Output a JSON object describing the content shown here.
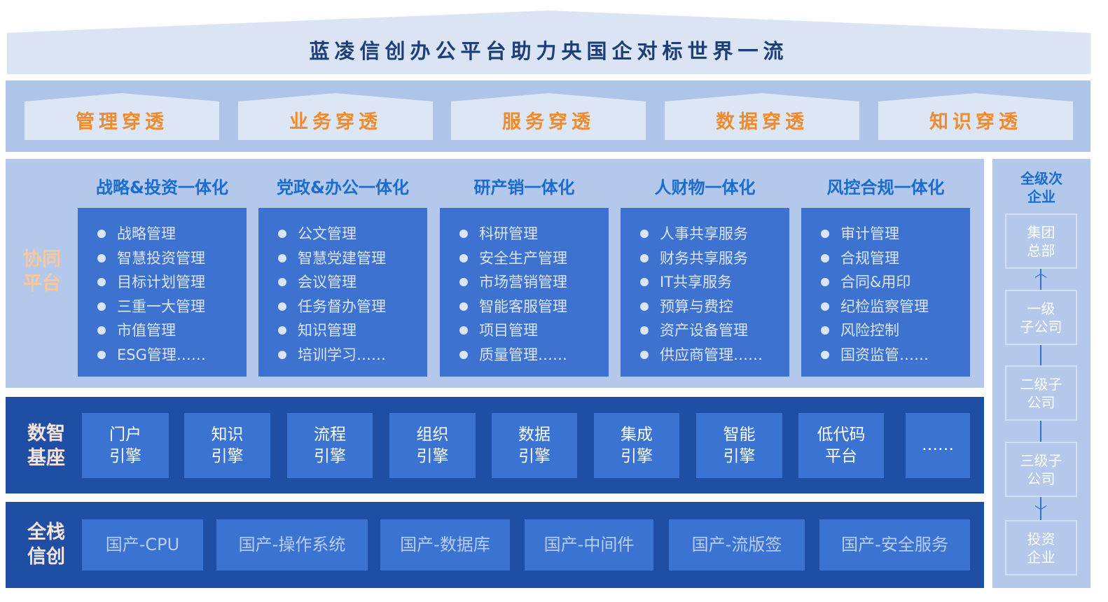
{
  "title": "蓝凌信创办公平台助力央国企对标世界一流",
  "pillars": [
    "管理穿透",
    "业务穿透",
    "服务穿透",
    "数据穿透",
    "知识穿透"
  ],
  "platform": {
    "label_line1": "协同",
    "label_line2": "平台",
    "columns": [
      {
        "title": "战略&投资一体化",
        "items": [
          "战略管理",
          "智慧投资管理",
          "目标计划管理",
          "三重一大管理",
          "市值管理",
          "ESG管理……"
        ]
      },
      {
        "title": "党政&办公一体化",
        "items": [
          "公文管理",
          "智慧党建管理",
          "会议管理",
          "任务督办管理",
          "知识管理",
          "培训学习……"
        ]
      },
      {
        "title": "研产销一体化",
        "items": [
          "科研管理",
          "安全生产管理",
          "市场营销管理",
          "智能客服管理",
          "项目管理",
          "质量管理……"
        ]
      },
      {
        "title": "人财物一体化",
        "items": [
          "人事共享服务",
          "财务共享服务",
          "IT共享服务",
          "预算与费控",
          "资产设备管理",
          "供应商管理……"
        ]
      },
      {
        "title": "风控合规一体化",
        "items": [
          "审计管理",
          "合规管理",
          "合同&用印",
          "纪检监察管理",
          "风险控制",
          "国资监管……"
        ]
      }
    ]
  },
  "data_base": {
    "label_line1": "数智",
    "label_line2": "基座",
    "cells": [
      [
        "门户",
        "引擎"
      ],
      [
        "知识",
        "引擎"
      ],
      [
        "流程",
        "引擎"
      ],
      [
        "组织",
        "引擎"
      ],
      [
        "数据",
        "引擎"
      ],
      [
        "集成",
        "引擎"
      ],
      [
        "智能",
        "引擎"
      ],
      [
        "低代码",
        "平台"
      ],
      [
        "……",
        ""
      ]
    ]
  },
  "full_stack": {
    "label_line1": "全栈",
    "label_line2": "信创",
    "cells": [
      "国产-CPU",
      "国产-操作系统",
      "国产-数据库",
      "国产-中间件",
      "国产-流版签",
      "国产-安全服务"
    ]
  },
  "hierarchy": {
    "title_line1": "全级次",
    "title_line2": "企业",
    "levels": [
      [
        "集团",
        "总部"
      ],
      [
        "一级",
        "子公司"
      ],
      [
        "二级子",
        "公司"
      ],
      [
        "三级子",
        "公司"
      ],
      [
        "投资",
        "企业"
      ]
    ]
  },
  "colors": {
    "accent_orange": "#f08a2c",
    "title_blue": "#1a6ccf",
    "dark_blue": "#1f4fa5"
  }
}
